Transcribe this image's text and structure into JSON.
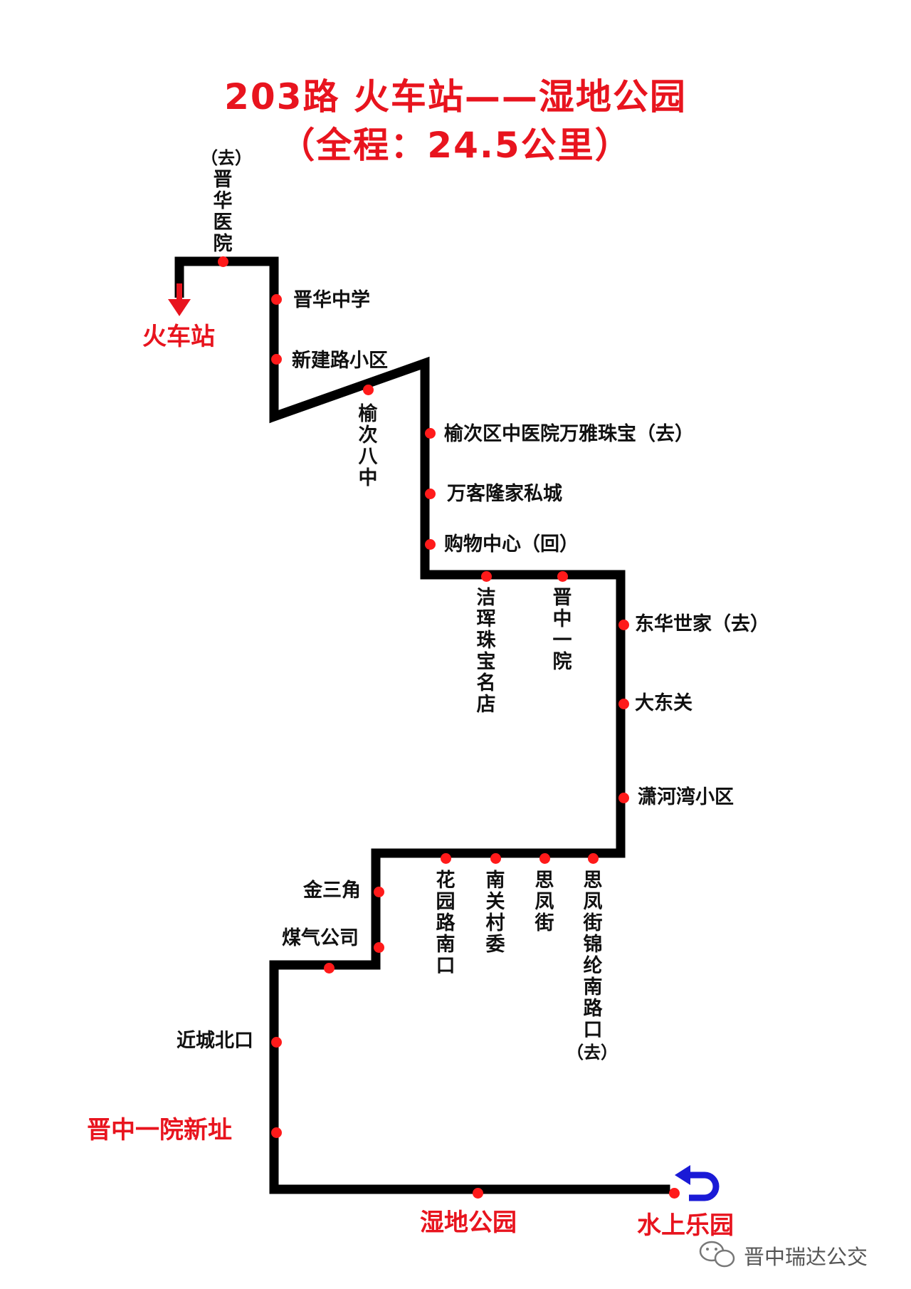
{
  "title": {
    "line1": "203路  火车站——湿地公园",
    "line2": "（全程：24.5公里）"
  },
  "colors": {
    "route_line": "#000000",
    "stop_dot": "#ff1a1a",
    "highlight_text": "#e8141e",
    "turnaround_icon": "#1a1ad6"
  },
  "terminals": {
    "start": "火车站",
    "end": "水上乐园"
  },
  "stops": {
    "jinhua_hospital_dir": "（去）",
    "jinhua_hospital": "晋华医院",
    "jinhua_middle_school": "晋华中学",
    "xinjianlu": "新建路小区",
    "yuci_no8": "榆次八中",
    "yuci_tcm": "榆次区中医院万雅珠宝（去）",
    "wankelong": "万客隆家私城",
    "shopping_center": "购物中心（回）",
    "jiehui_jewelry": "洁珲珠宝名店",
    "jinzhong_no1": "晋中一院",
    "donghua_shijia": "东华世家（去）",
    "dadongguan": "大东关",
    "xiaohewan": "潇河湾小区",
    "sifeng_jinlun": "思凤街锦纶南路口",
    "sifeng_jinlun_dir": "（去）",
    "sifeng": "思凤街",
    "nanguan": "南关村委",
    "huayuanlu": "花园路南口",
    "jinsanjiao": "金三角",
    "gas_company": "煤气公司",
    "jincheng_north": "近城北口",
    "jinzhong_no1_new": "晋中一院新址",
    "wetland_park": "湿地公园"
  },
  "watermark": "晋中瑞达公交"
}
